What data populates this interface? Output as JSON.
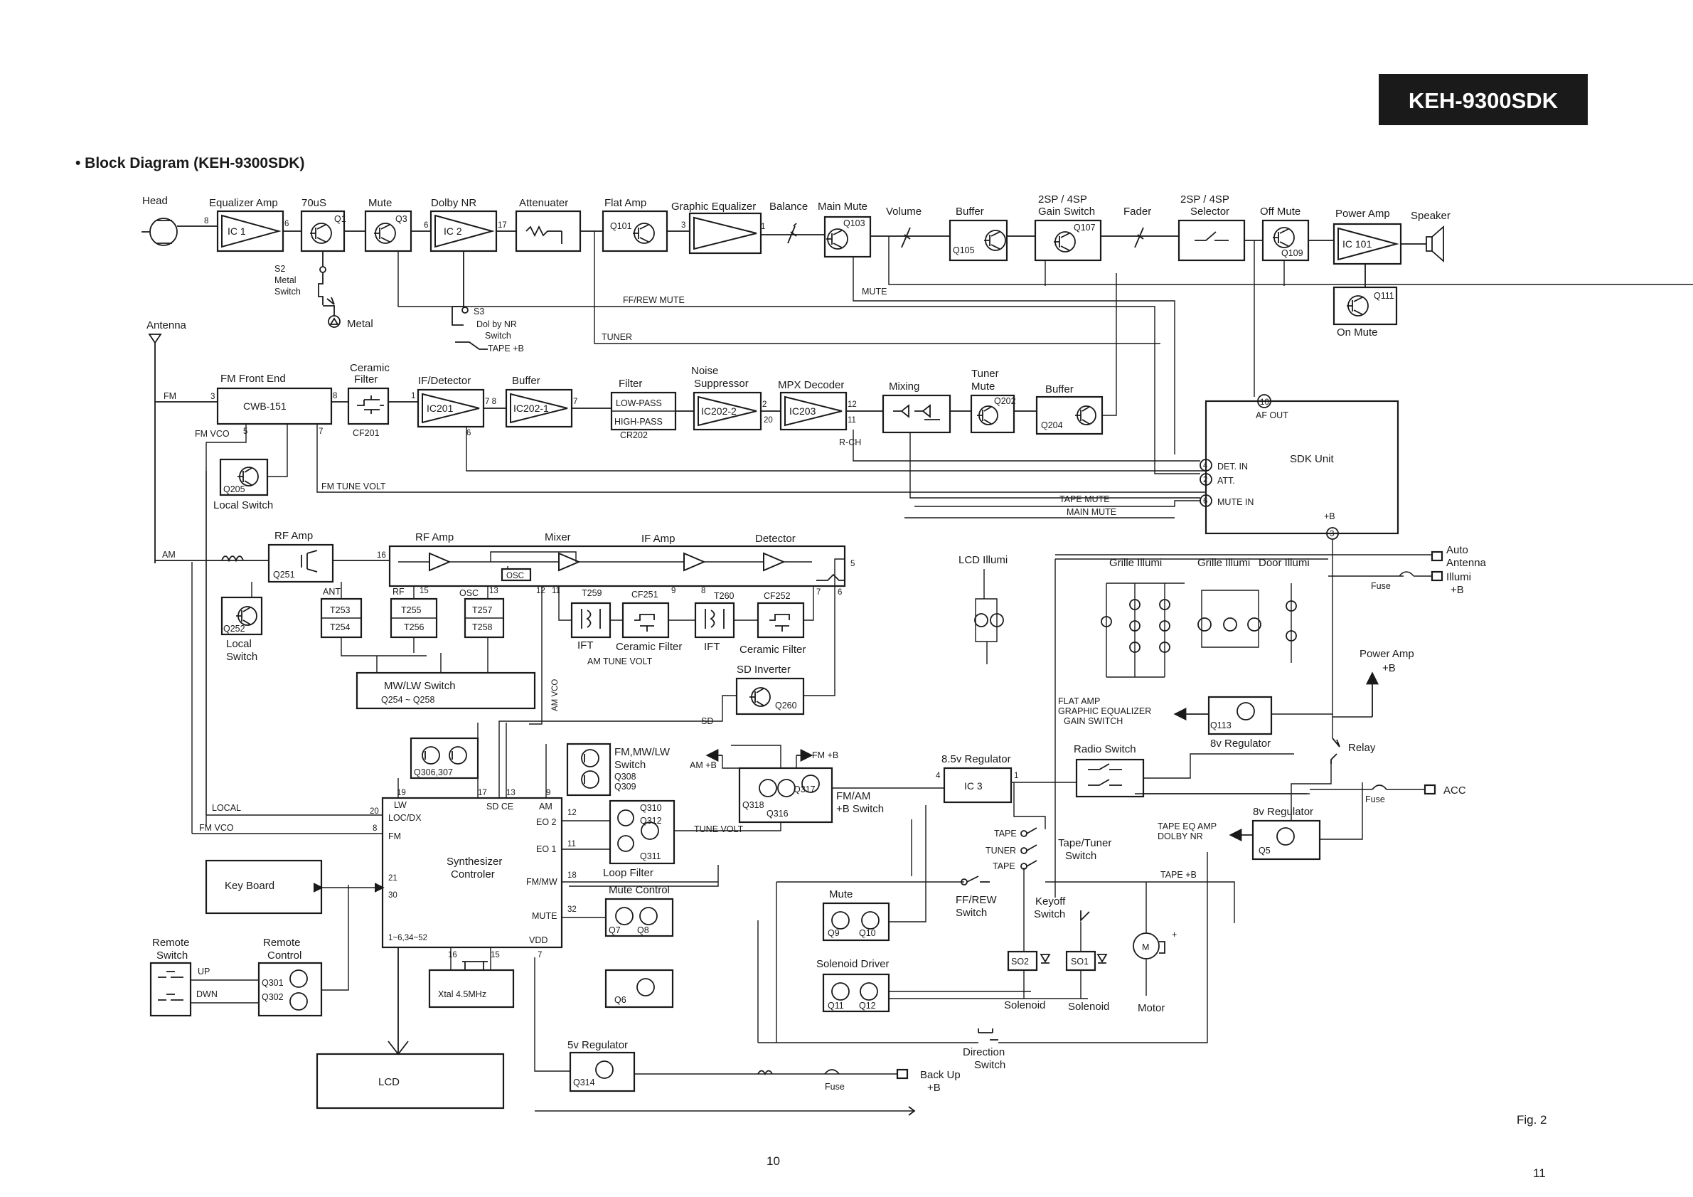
{
  "header": {
    "model_badge": "KEH-9300SDK",
    "title": "• Block Diagram (KEH-9300SDK)",
    "fig_label": "Fig. 2",
    "page_left": "10",
    "page_right": "11"
  },
  "colors": {
    "ink": "#1a1a1a",
    "paper": "#ffffff",
    "badge_bg": "#1a1a1a",
    "badge_text": "#ffffff"
  },
  "audio_chain": {
    "head": "Head",
    "eq_amp": "Equalizer Amp",
    "ic1": "IC 1",
    "t70us": "70uS",
    "q1": "Q1",
    "mute": "Mute",
    "q3": "Q3",
    "dolby_nr": "Dolby NR",
    "ic2": "IC 2",
    "attenuator": "Attenuater",
    "flat_amp": "Flat Amp",
    "q101": "Q101",
    "graphic_eq": "Graphic Equalizer",
    "balance": "Balance",
    "main_mute": "Main Mute",
    "q103": "Q103",
    "volume": "Volume",
    "buffer": "Buffer",
    "q105": "Q105",
    "sp_gain": "2SP / 4SP",
    "sp_gain2": "Gain Switch",
    "q107": "Q107",
    "fader": "Fader",
    "sp_sel": "2SP / 4SP",
    "sp_sel2": "Selector",
    "off_mute": "Off Mute",
    "q109": "Q109",
    "power_amp": "Power Amp",
    "ic101": "IC 101",
    "speaker": "Speaker",
    "q111": "Q111",
    "on_mute": "On Mute",
    "s2": "S2",
    "metal_switch": "Metal",
    "metal_switch2": "Switch",
    "metal": "Metal",
    "s3": "S3",
    "dolby_switch": "Dol by NR",
    "dolby_switch2": "Switch",
    "tape_b": "TAPE +B",
    "ff_rew_mute": "FF/REW MUTE",
    "mute_line": "MUTE",
    "tuner_line": "TUNER"
  },
  "fm_chain": {
    "antenna": "Antenna",
    "fm": "FM",
    "fm_front_end": "FM Front End",
    "cwb151": "CWB-151",
    "ceramic_filter": "Ceramic",
    "ceramic_filter2": "Filter",
    "cf201": "CF201",
    "if_detector": "IF/Detector",
    "ic201": "IC201",
    "buffer": "Buffer",
    "ic2021": "IC202-1",
    "filter": "Filter",
    "low_pass": "LOW-PASS",
    "high_pass": "HIGH-PASS",
    "cr202": "CR202",
    "noise_supp": "Noise",
    "noise_supp2": "Suppressor",
    "ic2022": "IC202-2",
    "mpx": "MPX Decoder",
    "ic203": "IC203",
    "mixing": "Mixing",
    "tuner_mute": "Tuner",
    "tuner_mute2": "Mute",
    "q202": "Q202",
    "buffer2": "Buffer",
    "q204": "Q204",
    "r_ch": "R-CH",
    "fm_vco": "FM VCO",
    "q205": "Q205",
    "local_switch": "Local Switch",
    "fm_tune_volt": "FM TUNE VOLT"
  },
  "sdk": {
    "title": "SDK Unit",
    "af_out": "AF OUT",
    "det_in": "DET. IN",
    "att": "ATT.",
    "mute_in": "MUTE IN",
    "plus_b": "+B",
    "tape_mute": "TAPE MUTE",
    "main_mute": "MAIN MUTE",
    "pin10": "10",
    "pin4": "4",
    "pin2": "2",
    "pin6": "6",
    "pin3": "3"
  },
  "am_chain": {
    "am": "AM",
    "rf_amp": "RF Amp",
    "q251": "Q251",
    "rf_amp2": "RF Amp",
    "mixer": "Mixer",
    "if_amp": "IF Amp",
    "detector": "Detector",
    "osc": "OSC",
    "ant": "ANT",
    "t253": "T253",
    "t254": "T254",
    "rf": "RF",
    "t255": "T255",
    "t256": "T256",
    "osc2": "OSC",
    "t257": "T257",
    "t258": "T258",
    "t259": "T259",
    "cf251": "CF251",
    "t260": "T260",
    "cf252": "CF252",
    "ift": "IFT",
    "ceramic_filter": "Ceramic Filter",
    "ift2": "IFT",
    "ceramic_filter2": "Ceramic Filter",
    "am_tune_volt": "AM TUNE VOLT",
    "am_vco": "AM VCO",
    "sd_inverter": "SD Inverter",
    "q260": "Q260",
    "sd": "SD",
    "q252": "Q252",
    "local_switch": "Local",
    "local_switch2": "Switch",
    "mw_lw": "MW/LW Switch",
    "q254_258": "Q254 ~ Q258"
  },
  "control": {
    "q306_307": "Q306,307",
    "fm_mw_lw": "FM,MW/LW",
    "fm_mw_lw2": "Switch",
    "q308": "Q308",
    "q309": "Q309",
    "q310": "Q310",
    "q312": "Q312",
    "q311": "Q311",
    "loop_filter": "Loop Filter",
    "tune_volt": "TUNE VOLT",
    "synth": "Synthesizer",
    "synth2": "Controler",
    "lw": "LW",
    "loc_dx": "LOC/DX",
    "fm": "FM",
    "sd_ce": "SD CE",
    "am": "AM",
    "eo2": "EO 2",
    "eo1": "EO 1",
    "fm_mw": "FM/MW",
    "mute": "MUTE",
    "vdd": "VDD",
    "local": "LOCAL",
    "fm_vco": "FM VCO",
    "key_board": "Key  Board",
    "xtal": "Xtal 4.5MHz",
    "lcd": "LCD",
    "remote_switch": "Remote",
    "remote_switch2": "Switch",
    "remote_control": "Remote",
    "remote_control2": "Control",
    "q301": "Q301",
    "q302": "Q302",
    "up": "UP",
    "dwn": "DWN",
    "mute_control": "Mute Control",
    "q7": "Q7",
    "q8": "Q8",
    "q6": "Q6",
    "v5_reg": "5v Regulator",
    "q314": "Q314",
    "fuse": "Fuse",
    "back_up": "Back Up",
    "back_up2": "+B",
    "am_b": "AM +B",
    "fm_b": "FM +B",
    "fm_am_switch": "FM/AM",
    "fm_am_switch2": "+B Switch",
    "q316": "Q316",
    "q317": "Q317",
    "q318": "Q318"
  },
  "power": {
    "lcd_illumi": "LCD  Illumi",
    "grille_illumi": "Grille Illumi",
    "grille_illumi2": "Grille Illumi",
    "door_illumi": "Door Illumi",
    "auto_antenna": "Auto",
    "auto_antenna2": "Antenna",
    "illumi_b": "Illumi",
    "illumi_b2": "+B",
    "fuse": "Fuse",
    "power_amp_b": "Power Amp",
    "power_amp_b2": "+B",
    "flat_amp_gain": "FLAT AMP",
    "flat_amp_gain2": "GRAPHIC EQUALIZER",
    "flat_amp_gain3": "GAIN SWITCH",
    "q113": "Q113",
    "v8_reg": "8v Regulator",
    "relay": "Relay",
    "v85_reg": "8.5v Regulator",
    "ic3": "IC 3",
    "radio_switch": "Radio Switch",
    "fuse2": "Fuse",
    "acc": "ACC",
    "tape": "TAPE",
    "tuner": "TUNER",
    "tape2": "TAPE",
    "tape_tuner_switch": "Tape/Tuner",
    "tape_tuner_switch2": "Switch",
    "tape_eq": "TAPE EQ AMP",
    "dolby_nr": "DOLBY NR",
    "v8_reg2": "8v Regulator",
    "q5": "Q5",
    "tape_b": "TAPE +B",
    "mute": "Mute",
    "q9": "Q9",
    "q10": "Q10",
    "ff_rew_switch": "FF/REW",
    "ff_rew_switch2": "Switch",
    "keyoff_switch": "Keyoff",
    "keyoff_switch2": "Switch",
    "so2": "SO2",
    "so1": "SO1",
    "motor_m": "M",
    "solenoid_driver": "Solenoid Driver",
    "q11": "Q11",
    "q12": "Q12",
    "solenoid1": "Solenoid",
    "solenoid2": "Solenoid",
    "motor": "Motor",
    "direction_switch": "Direction",
    "direction_switch2": "Switch"
  }
}
